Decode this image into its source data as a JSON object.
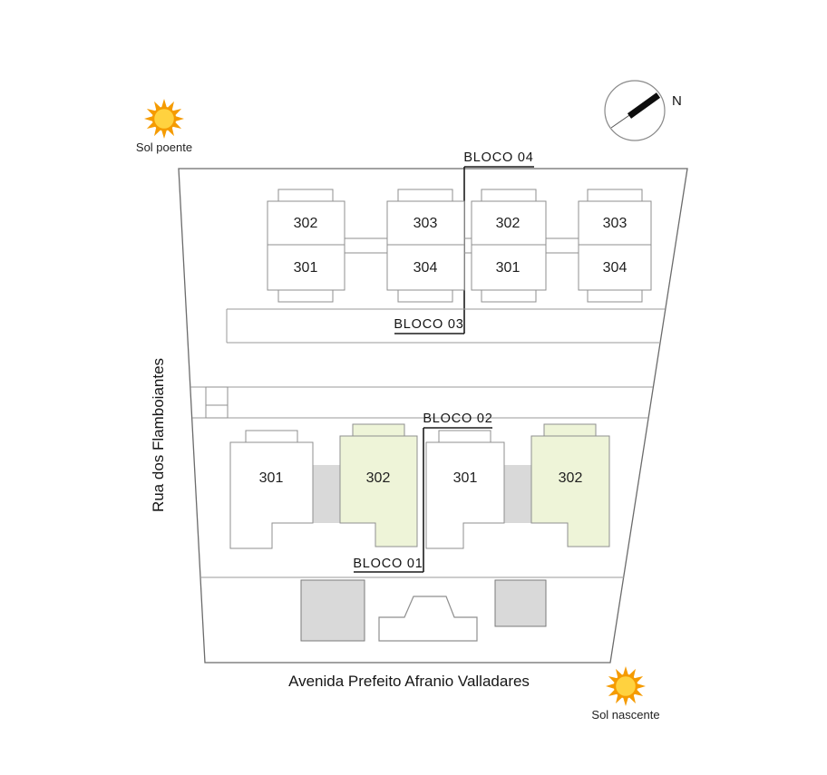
{
  "compass": {
    "north": "N"
  },
  "suns": {
    "west_label": "Sol poente",
    "east_label": "Sol nascente"
  },
  "streets": {
    "left": "Rua dos Flamboiantes",
    "bottom": "Avenida Prefeito Afranio Valladares"
  },
  "blocks": {
    "b01": "BLOCO 01",
    "b02": "BLOCO 02",
    "b03": "BLOCO 03",
    "b04": "BLOCO 04"
  },
  "upper_buildings": [
    {
      "unit_top": "302",
      "unit_bottom": "301"
    },
    {
      "unit_top": "303",
      "unit_bottom": "304"
    },
    {
      "unit_top": "302",
      "unit_bottom": "301"
    },
    {
      "unit_top": "303",
      "unit_bottom": "304"
    }
  ],
  "lower_buildings": [
    {
      "unit": "301",
      "highlighted": false
    },
    {
      "unit": "302",
      "highlighted": true
    },
    {
      "unit": "301",
      "highlighted": false
    },
    {
      "unit": "302",
      "highlighted": true
    }
  ],
  "colors": {
    "highlight_fill": "#eef4d8",
    "core_fill": "#d9d9d9",
    "outline": "#8f8f8f",
    "leader": "#1c1c1c",
    "sun_ray": "#f59b00",
    "sun_core": "#ffd23f"
  }
}
